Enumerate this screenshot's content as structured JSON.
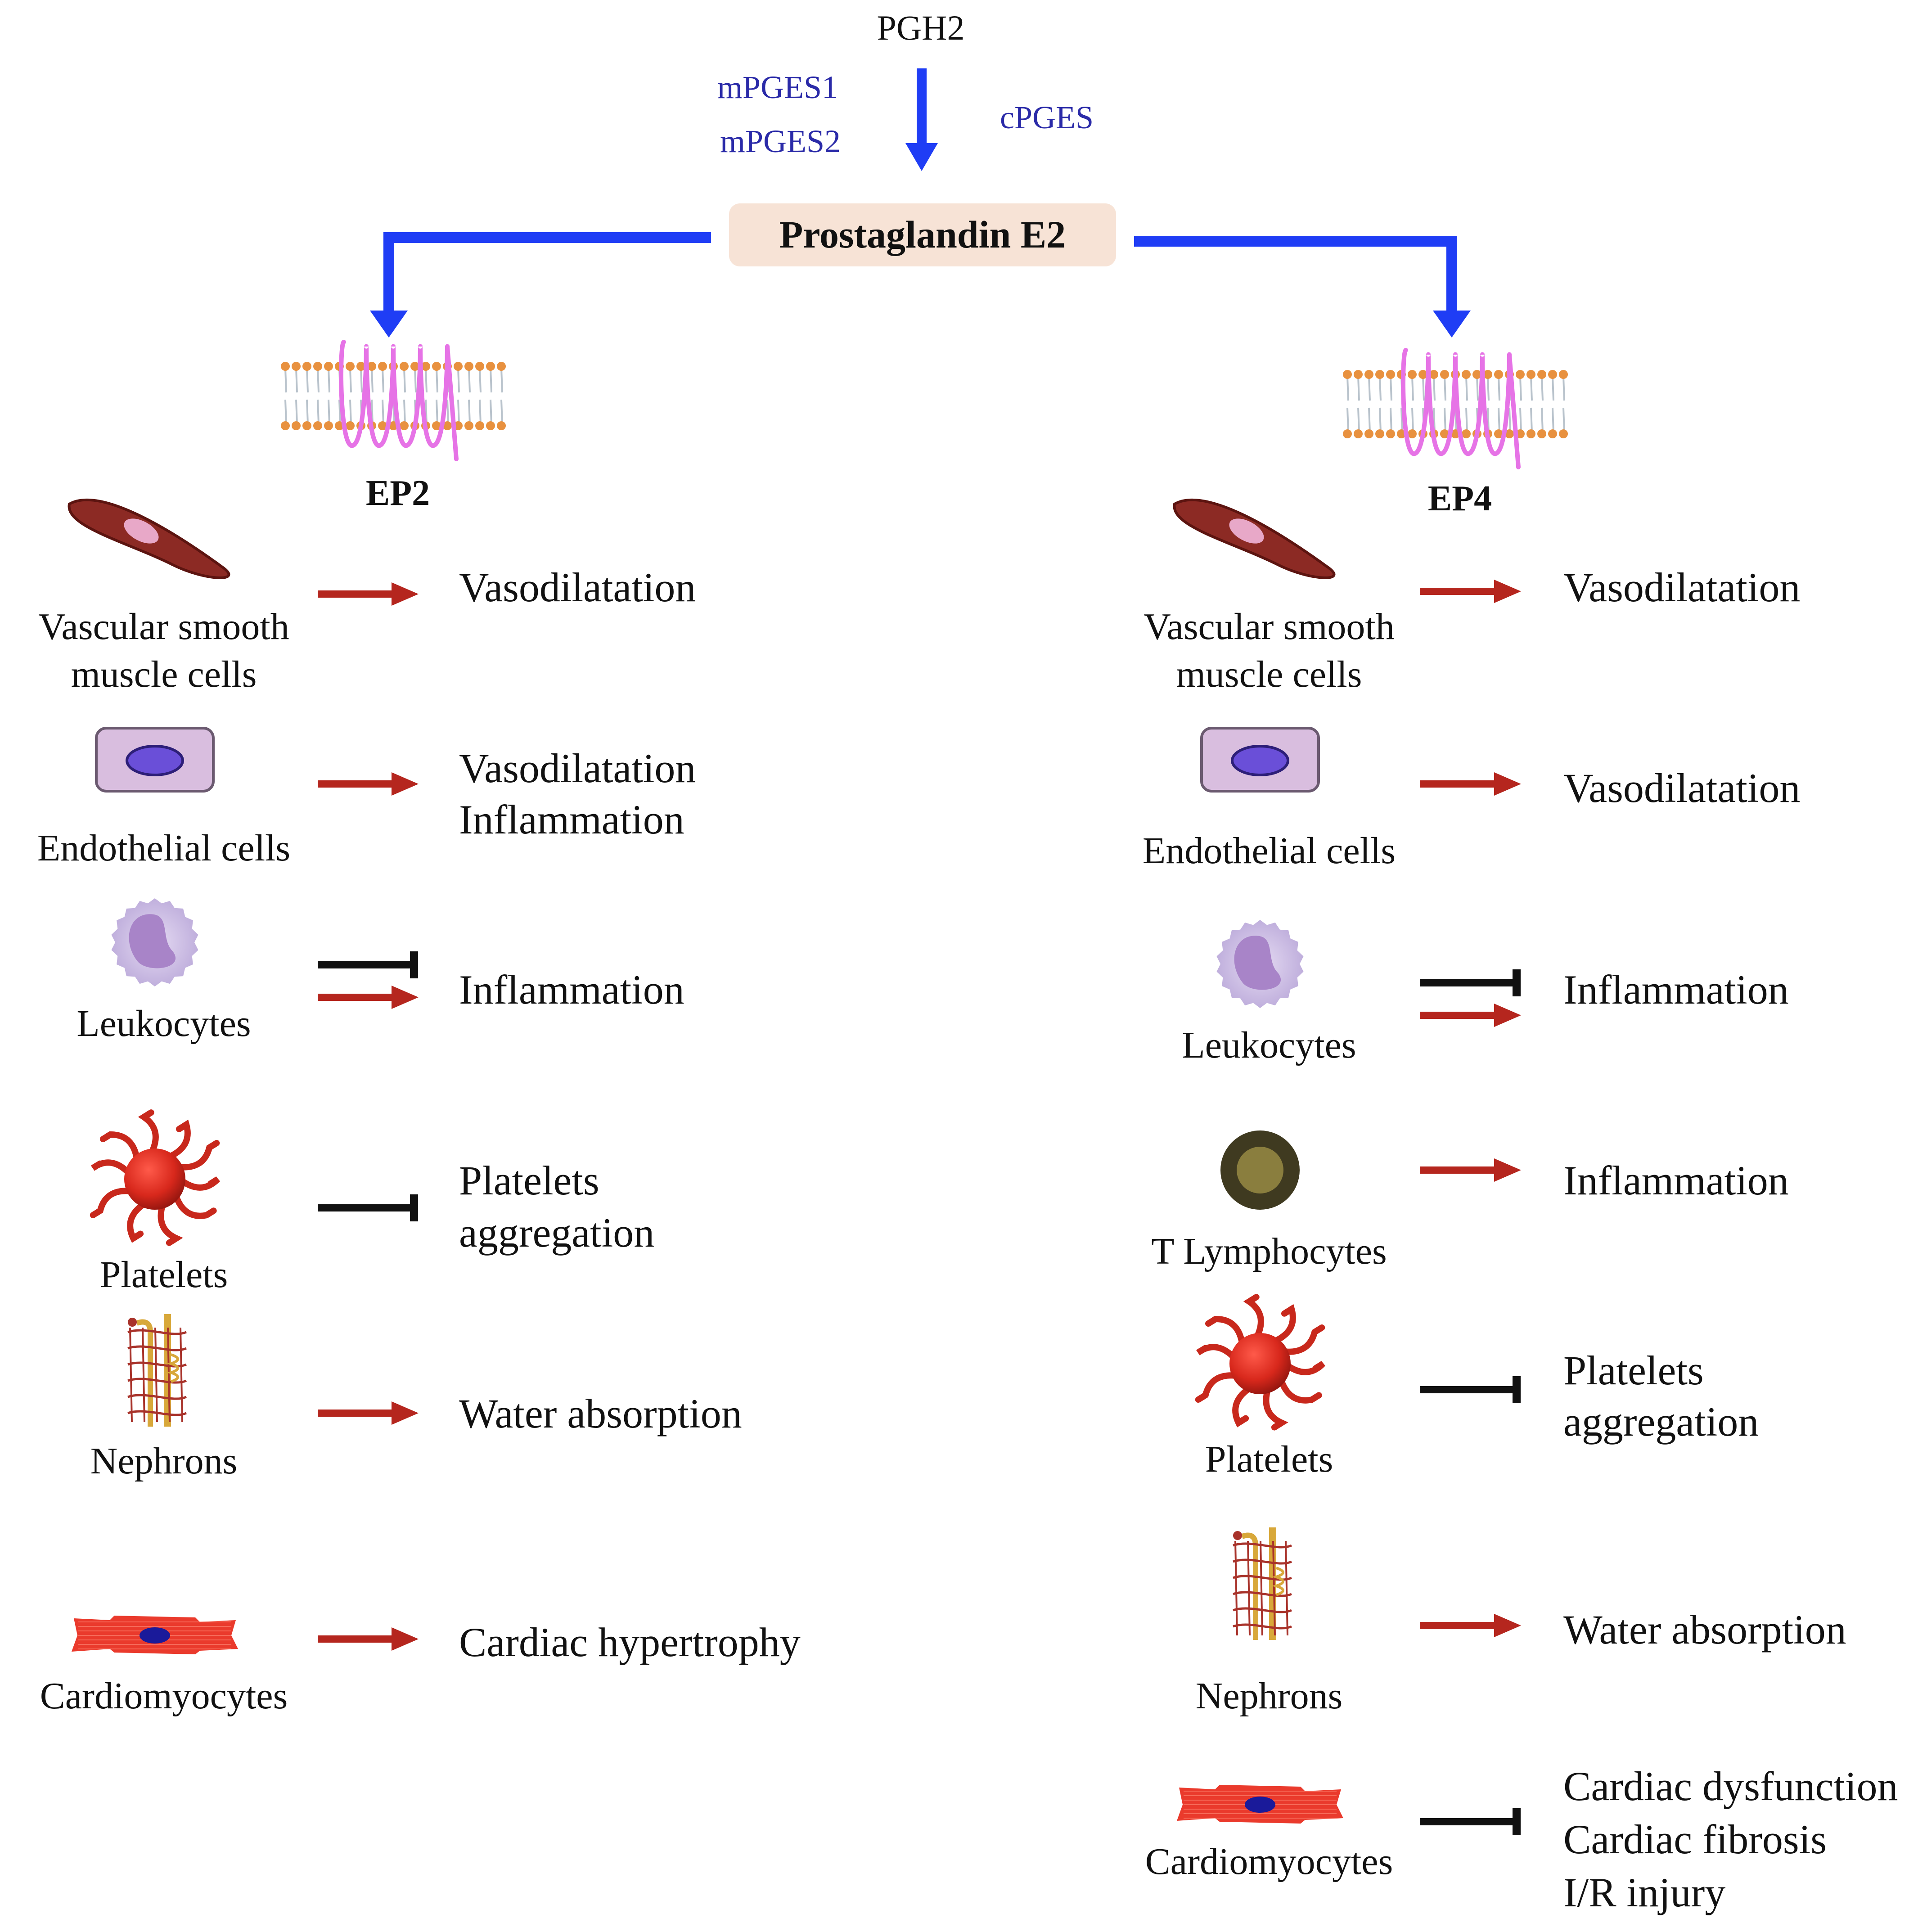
{
  "pathway": {
    "precursor": "PGH2",
    "enzymes_left": [
      "mPGES1",
      "mPGES2"
    ],
    "enzyme_right": "cPGES",
    "product": "Prostaglandin E2"
  },
  "receptors": {
    "left": "EP2",
    "right": "EP4"
  },
  "ep2_rows": [
    {
      "cell": [
        "Vascular smooth",
        "muscle cells"
      ],
      "icon": "smooth-muscle-cell-icon",
      "relation": "activates",
      "effect": [
        "Vasodilatation"
      ]
    },
    {
      "cell": [
        "Endothelial cells"
      ],
      "icon": "endothelial-cell-icon",
      "relation": "activates",
      "effect": [
        "Vasodilatation",
        "Inflammation"
      ]
    },
    {
      "cell": [
        "Leukocytes"
      ],
      "icon": "leukocyte-icon",
      "relation": "inhibits-and-activates",
      "effect": [
        "Inflammation"
      ]
    },
    {
      "cell": [
        "Platelets"
      ],
      "icon": "platelet-icon",
      "relation": "inhibits",
      "effect": [
        "Platelets",
        "aggregation"
      ]
    },
    {
      "cell": [
        "Nephrons"
      ],
      "icon": "nephron-icon",
      "relation": "activates",
      "effect": [
        "Water absorption"
      ]
    },
    {
      "cell": [
        "Cardiomyocytes"
      ],
      "icon": "cardiomyocyte-icon",
      "relation": "activates",
      "effect": [
        "Cardiac hypertrophy"
      ]
    }
  ],
  "ep4_rows": [
    {
      "cell": [
        "Vascular smooth",
        "muscle cells"
      ],
      "icon": "smooth-muscle-cell-icon",
      "relation": "activates",
      "effect": [
        "Vasodilatation"
      ]
    },
    {
      "cell": [
        "Endothelial cells"
      ],
      "icon": "endothelial-cell-icon",
      "relation": "activates",
      "effect": [
        "Vasodilatation"
      ]
    },
    {
      "cell": [
        "Leukocytes"
      ],
      "icon": "leukocyte-icon",
      "relation": "inhibits-and-activates",
      "effect": [
        "Inflammation"
      ]
    },
    {
      "cell": [
        "T Lymphocytes"
      ],
      "icon": "t-lymphocyte-icon",
      "relation": "activates",
      "effect": [
        "Inflammation"
      ]
    },
    {
      "cell": [
        "Platelets"
      ],
      "icon": "platelet-icon",
      "relation": "inhibits",
      "effect": [
        "Platelets",
        "aggregation"
      ]
    },
    {
      "cell": [
        "Nephrons"
      ],
      "icon": "nephron-icon",
      "relation": "activates",
      "effect": [
        "Water absorption"
      ]
    },
    {
      "cell": [
        "Cardiomyocytes"
      ],
      "icon": "cardiomyocyte-icon",
      "relation": "inhibits",
      "effect": [
        "Cardiac dysfunction",
        "Cardiac fibrosis",
        "I/R injury"
      ]
    }
  ],
  "colors": {
    "pathway_arrow": "#1f3df5",
    "enzyme_text": "#2a2aa8",
    "activation_arrow": "#b5261e",
    "inhibition": "#111111",
    "product_box": "#f7e3d6",
    "receptor": "#e673e6",
    "membrane": "#e8913f"
  }
}
